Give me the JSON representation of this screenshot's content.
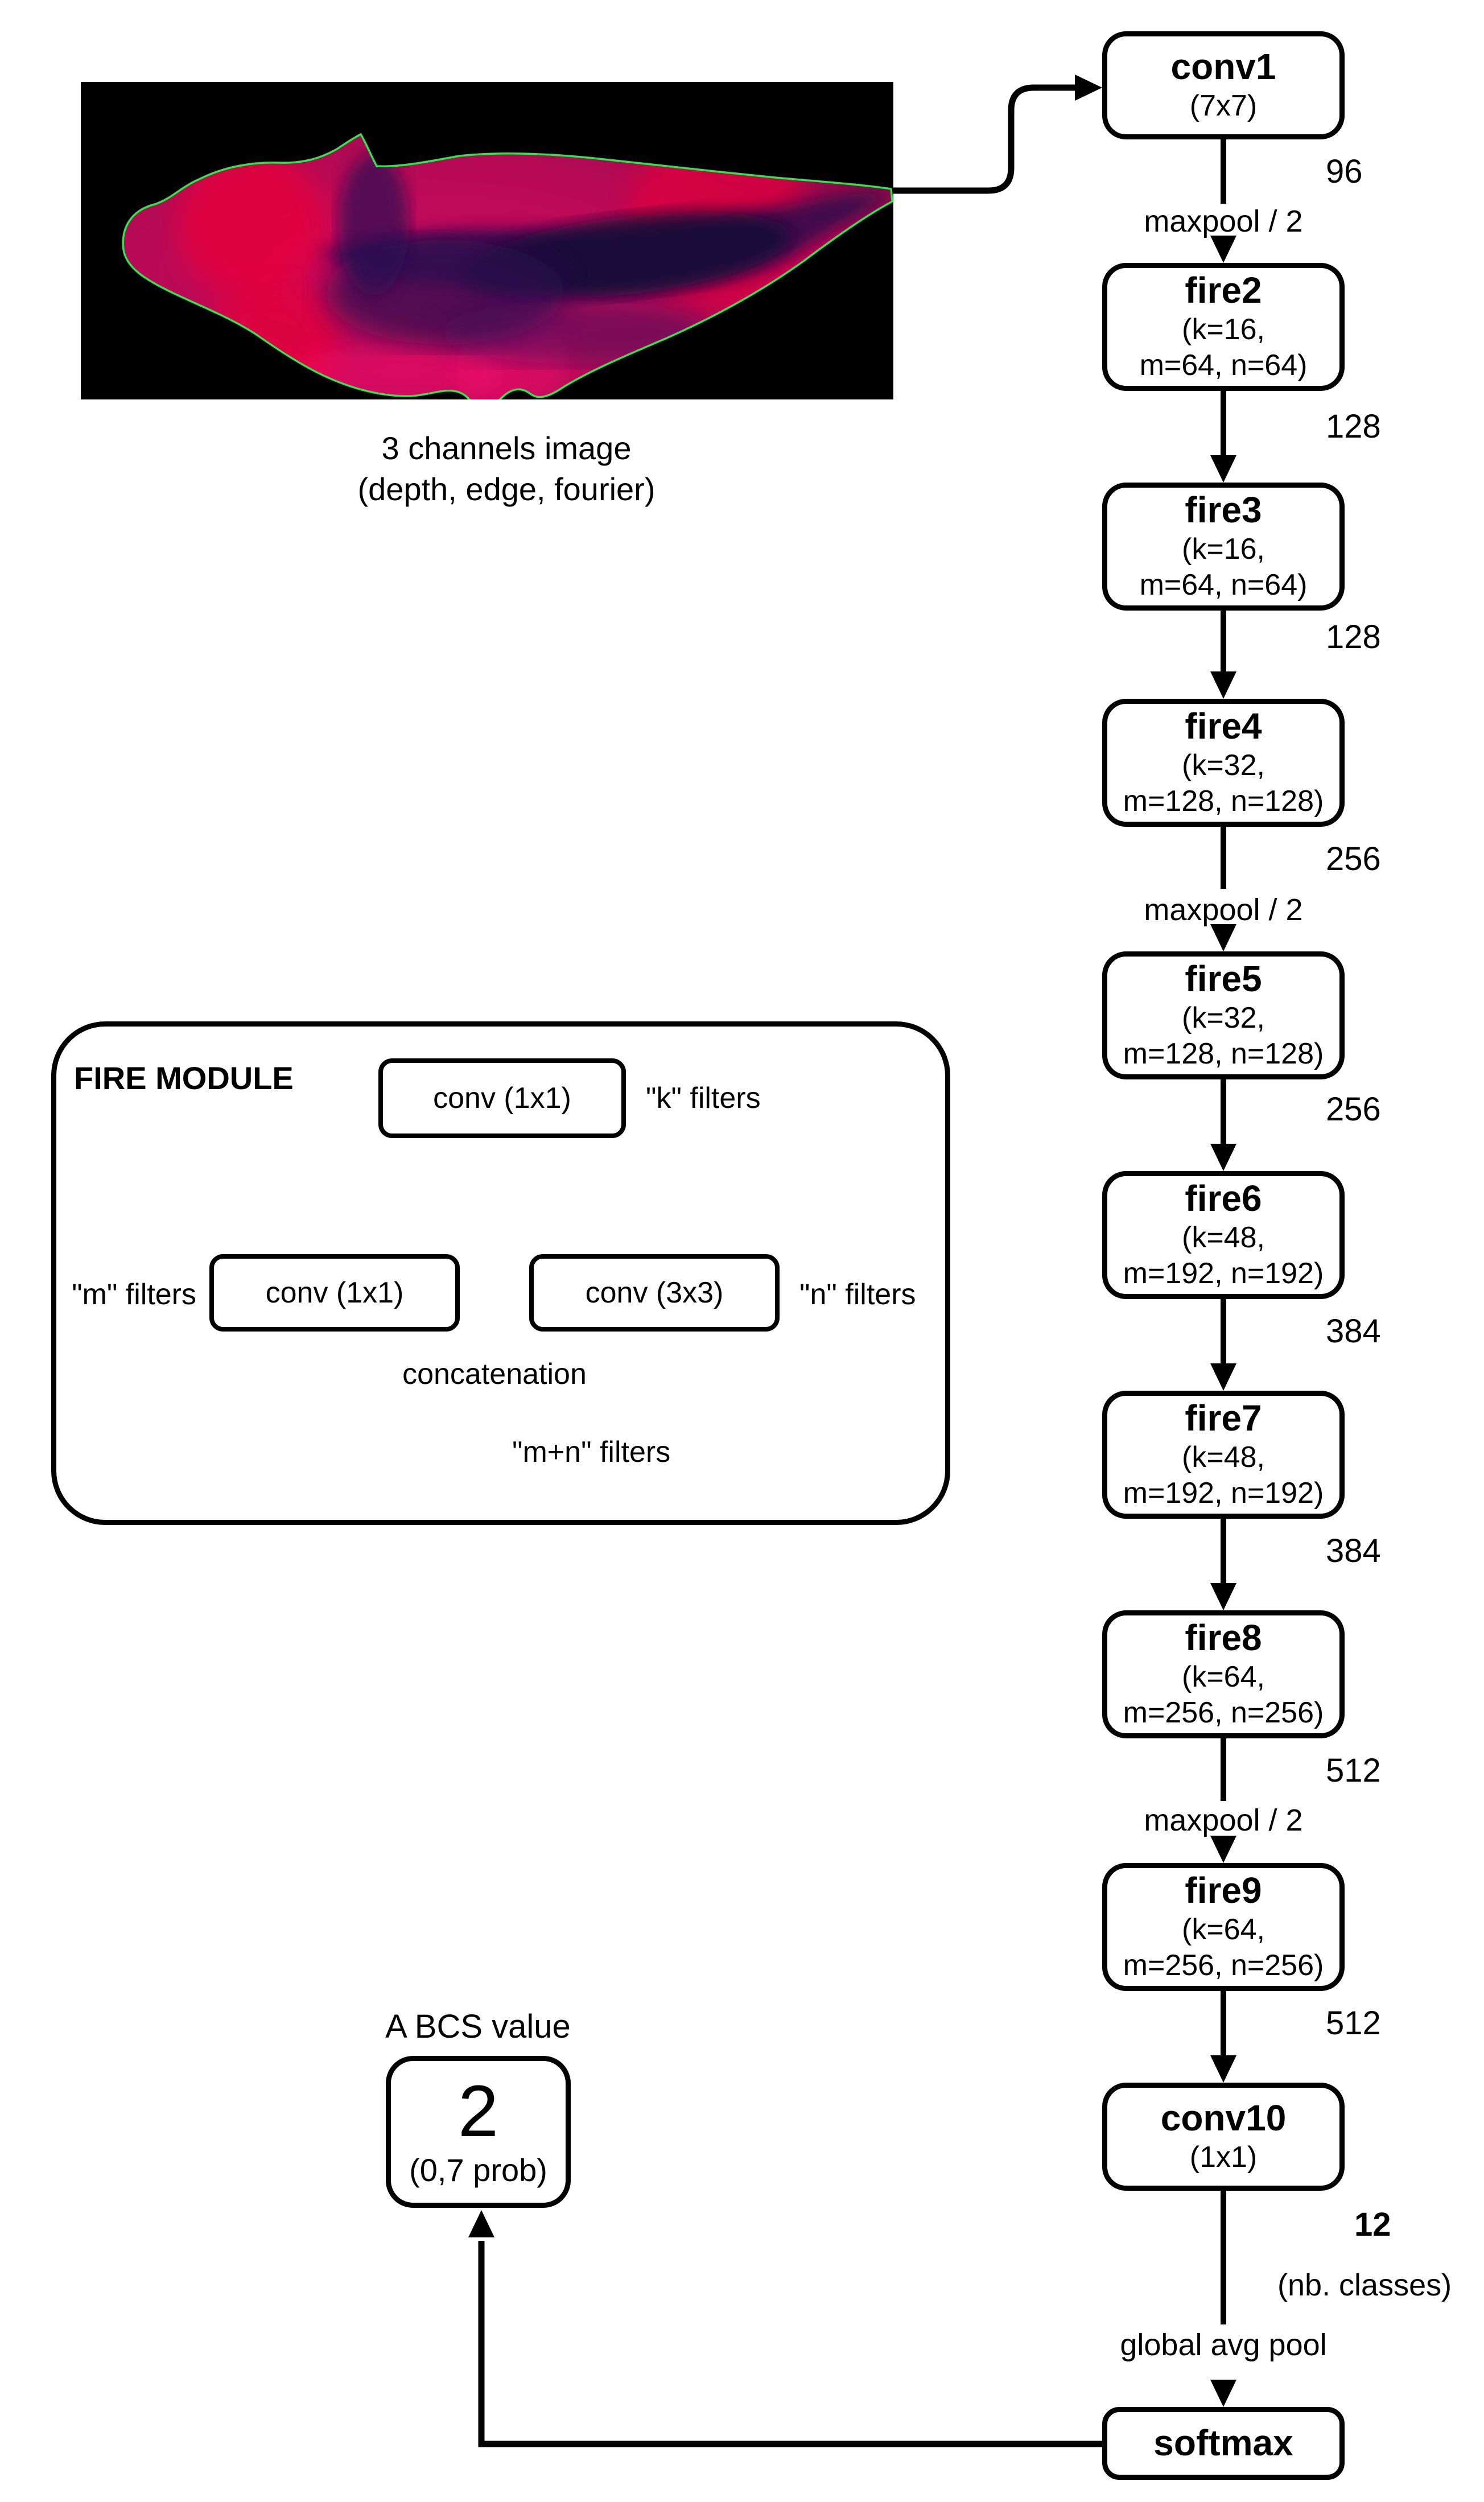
{
  "input": {
    "caption_line1": "3 channels image",
    "caption_line2": "(depth, edge, fourier)"
  },
  "pipeline": {
    "layers": [
      {
        "title": "conv1",
        "sub1": "(7x7)",
        "out": "96",
        "edge": "maxpool / 2"
      },
      {
        "title": "fire2",
        "sub1": "(k=16,",
        "sub2": "m=64, n=64)",
        "out": "128"
      },
      {
        "title": "fire3",
        "sub1": "(k=16,",
        "sub2": "m=64, n=64)",
        "out": "128"
      },
      {
        "title": "fire4",
        "sub1": "(k=32,",
        "sub2": "m=128, n=128)",
        "out": "256",
        "edge": "maxpool / 2"
      },
      {
        "title": "fire5",
        "sub1": "(k=32,",
        "sub2": "m=128, n=128)",
        "out": "256"
      },
      {
        "title": "fire6",
        "sub1": "(k=48,",
        "sub2": "m=192, n=192)",
        "out": "384"
      },
      {
        "title": "fire7",
        "sub1": "(k=48,",
        "sub2": "m=192, n=192)",
        "out": "384"
      },
      {
        "title": "fire8",
        "sub1": "(k=64,",
        "sub2": "m=256, n=256)",
        "out": "512",
        "edge": "maxpool / 2"
      },
      {
        "title": "fire9",
        "sub1": "(k=64,",
        "sub2": "m=256, n=256)",
        "out": "512"
      },
      {
        "title": "conv10",
        "sub1": "(1x1)",
        "out": "12",
        "out2": "(nb. classes)",
        "edge": "global avg pool"
      },
      {
        "title": "softmax"
      }
    ]
  },
  "fire_module": {
    "title": "FIRE MODULE",
    "squeeze_box": "conv (1x1)",
    "k_label": "\"k\" filters",
    "expand1_box": "conv (1x1)",
    "m_label": "\"m\" filters",
    "expand3_box": "conv (3x3)",
    "n_label": "\"n\" filters",
    "concat_label": "concatenation",
    "mn_label": "\"m+n\" filters"
  },
  "output": {
    "label": "A BCS value",
    "value": "2",
    "prob": "(0,7 prob)"
  }
}
